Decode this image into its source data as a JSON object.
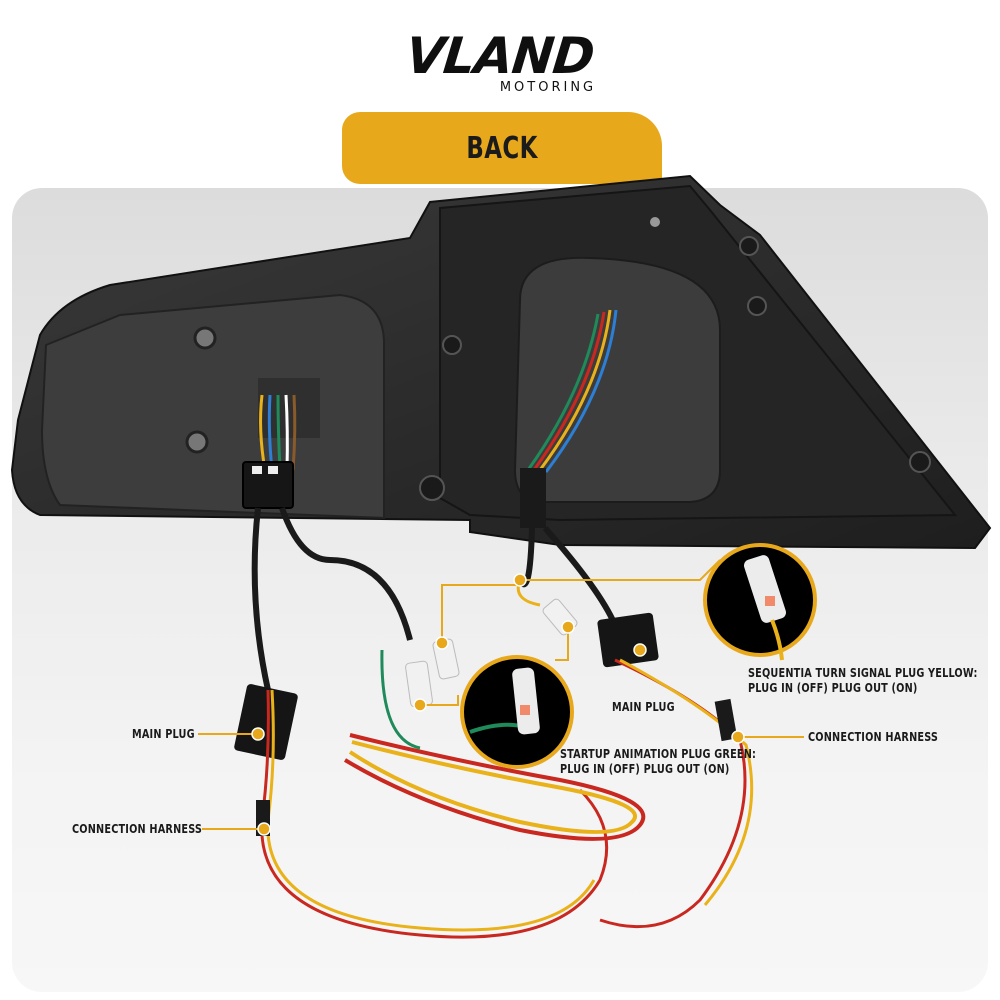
{
  "brand": {
    "name": "VLAND",
    "tagline": "MOTORING"
  },
  "section": {
    "title": "BACK"
  },
  "callouts": {
    "main_plug_left": "MAIN PLUG",
    "connection_harness_left": "CONNECTION HARNESS",
    "startup_line1": "STARTUP ANIMATION PLUG GREEN:",
    "startup_line2": "PLUG IN (OFF) PLUG OUT (ON)",
    "main_plug_right": "MAIN PLUG",
    "sequential_line1": "SEQUENTIA TURN SIGNAL PLUG YELLOW:",
    "sequential_line2": "PLUG IN (OFF) PLUG OUT (ON)",
    "connection_harness_right": "CONNECTION HARNESS"
  },
  "colors": {
    "accent": "#e8a81c",
    "housing": "#2b2b2b",
    "wire_red": "#c8281f",
    "wire_yellow": "#e9b21a",
    "wire_green": "#1f8a5a"
  }
}
